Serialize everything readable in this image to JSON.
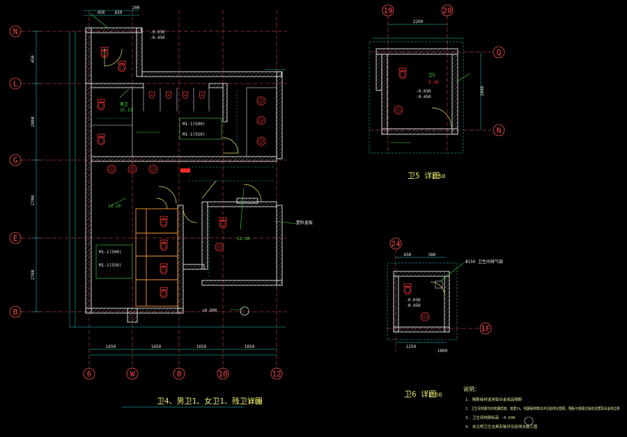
{
  "main_plan": {
    "title": "卫4、男卫1、女卫1、残卫详图",
    "scale": "1:50",
    "grid_rows": [
      "N",
      "L",
      "G",
      "E",
      "B"
    ],
    "grid_cols": [
      "6",
      "W",
      "8",
      "10",
      "12"
    ],
    "row_dims": [
      "450",
      "2800",
      "2700",
      "2700"
    ],
    "top_dims": [
      "450",
      "650",
      "200"
    ],
    "bottom_dims": [
      "1650",
      "1650",
      "1650",
      "1650"
    ],
    "labels": {
      "male": "男卫",
      "male_lvl": "15.13",
      "female_lvl": "14.10",
      "access_lvl": "12.30",
      "door1": "M1-1(500)",
      "door2": "M1-1(550)",
      "door3": "M1-1(500)",
      "door4": "M1-1(550)",
      "level_a": "-0.030",
      "level_b": "-0.450",
      "floor_lvl": "±0.000",
      "note_tag": "塑料盖板"
    }
  },
  "plan_w5": {
    "title": "卫5 详图",
    "scale": "1:50",
    "grid_cols": [
      "19",
      "20"
    ],
    "grid_rows": [
      "Q",
      "N"
    ],
    "top_dim": "2200",
    "side_dim": "2800",
    "room_tag": "卫5",
    "room_lvl": "5.26",
    "level_a": "-0.030",
    "level_b": "-0.450"
  },
  "plan_w6": {
    "title": "卫6 详图",
    "scale": "1:50",
    "grid_col": "24",
    "grid_row": "1F",
    "top_dims": [
      "650",
      "380"
    ],
    "bottom_dims": [
      "1250",
      "1800"
    ],
    "level_a": "-0.030",
    "level_b": "-0.450",
    "callout": "Φ150 卫生间排气扇"
  },
  "notes": {
    "heading": "说明：",
    "items": [
      "1. 隔断板材选用铝合金成品隔断",
      "2. 卫生间地面均向地漏找坡，坡度1%，地漏具体做法详见给排水图纸，隔板与墙面交接处设置铝合金收边条",
      "3. 卫生间地面标高 -0.030",
      "4. 未注明卫生洁具安装详见给排水施工图"
    ]
  },
  "colors": {
    "wall": "#e6e6e6",
    "dim": "#20d8d8",
    "grid": "#ff4040",
    "fixture": "#ff3c3c",
    "door": "#e9e96a",
    "annotation": "#40e040",
    "hatch": "#9a9a9a"
  }
}
